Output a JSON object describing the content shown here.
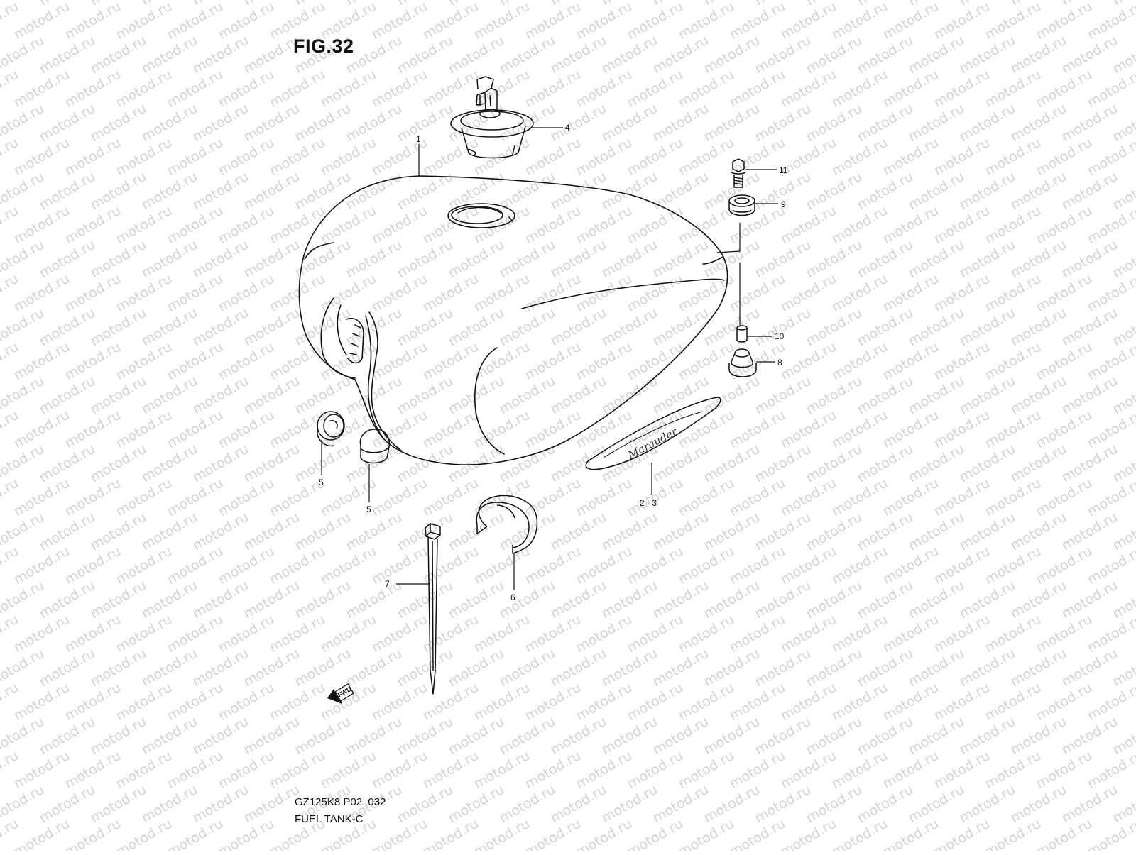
{
  "figure": {
    "title": "FIG.32",
    "code": "GZ125K8 P02_032",
    "name": "FUEL TANK-C"
  },
  "watermark": {
    "text": "motod.ru",
    "color": "#d3d3d3"
  },
  "emblem_text": "Marauder",
  "direction_arrow": "FWD",
  "callouts": {
    "c1": "1",
    "c4": "4",
    "c11": "11",
    "c9": "9",
    "c10": "10",
    "c8": "8",
    "c23": "2 · 3",
    "c5a": "5",
    "c5b": "5",
    "c6": "6",
    "c7": "7"
  }
}
